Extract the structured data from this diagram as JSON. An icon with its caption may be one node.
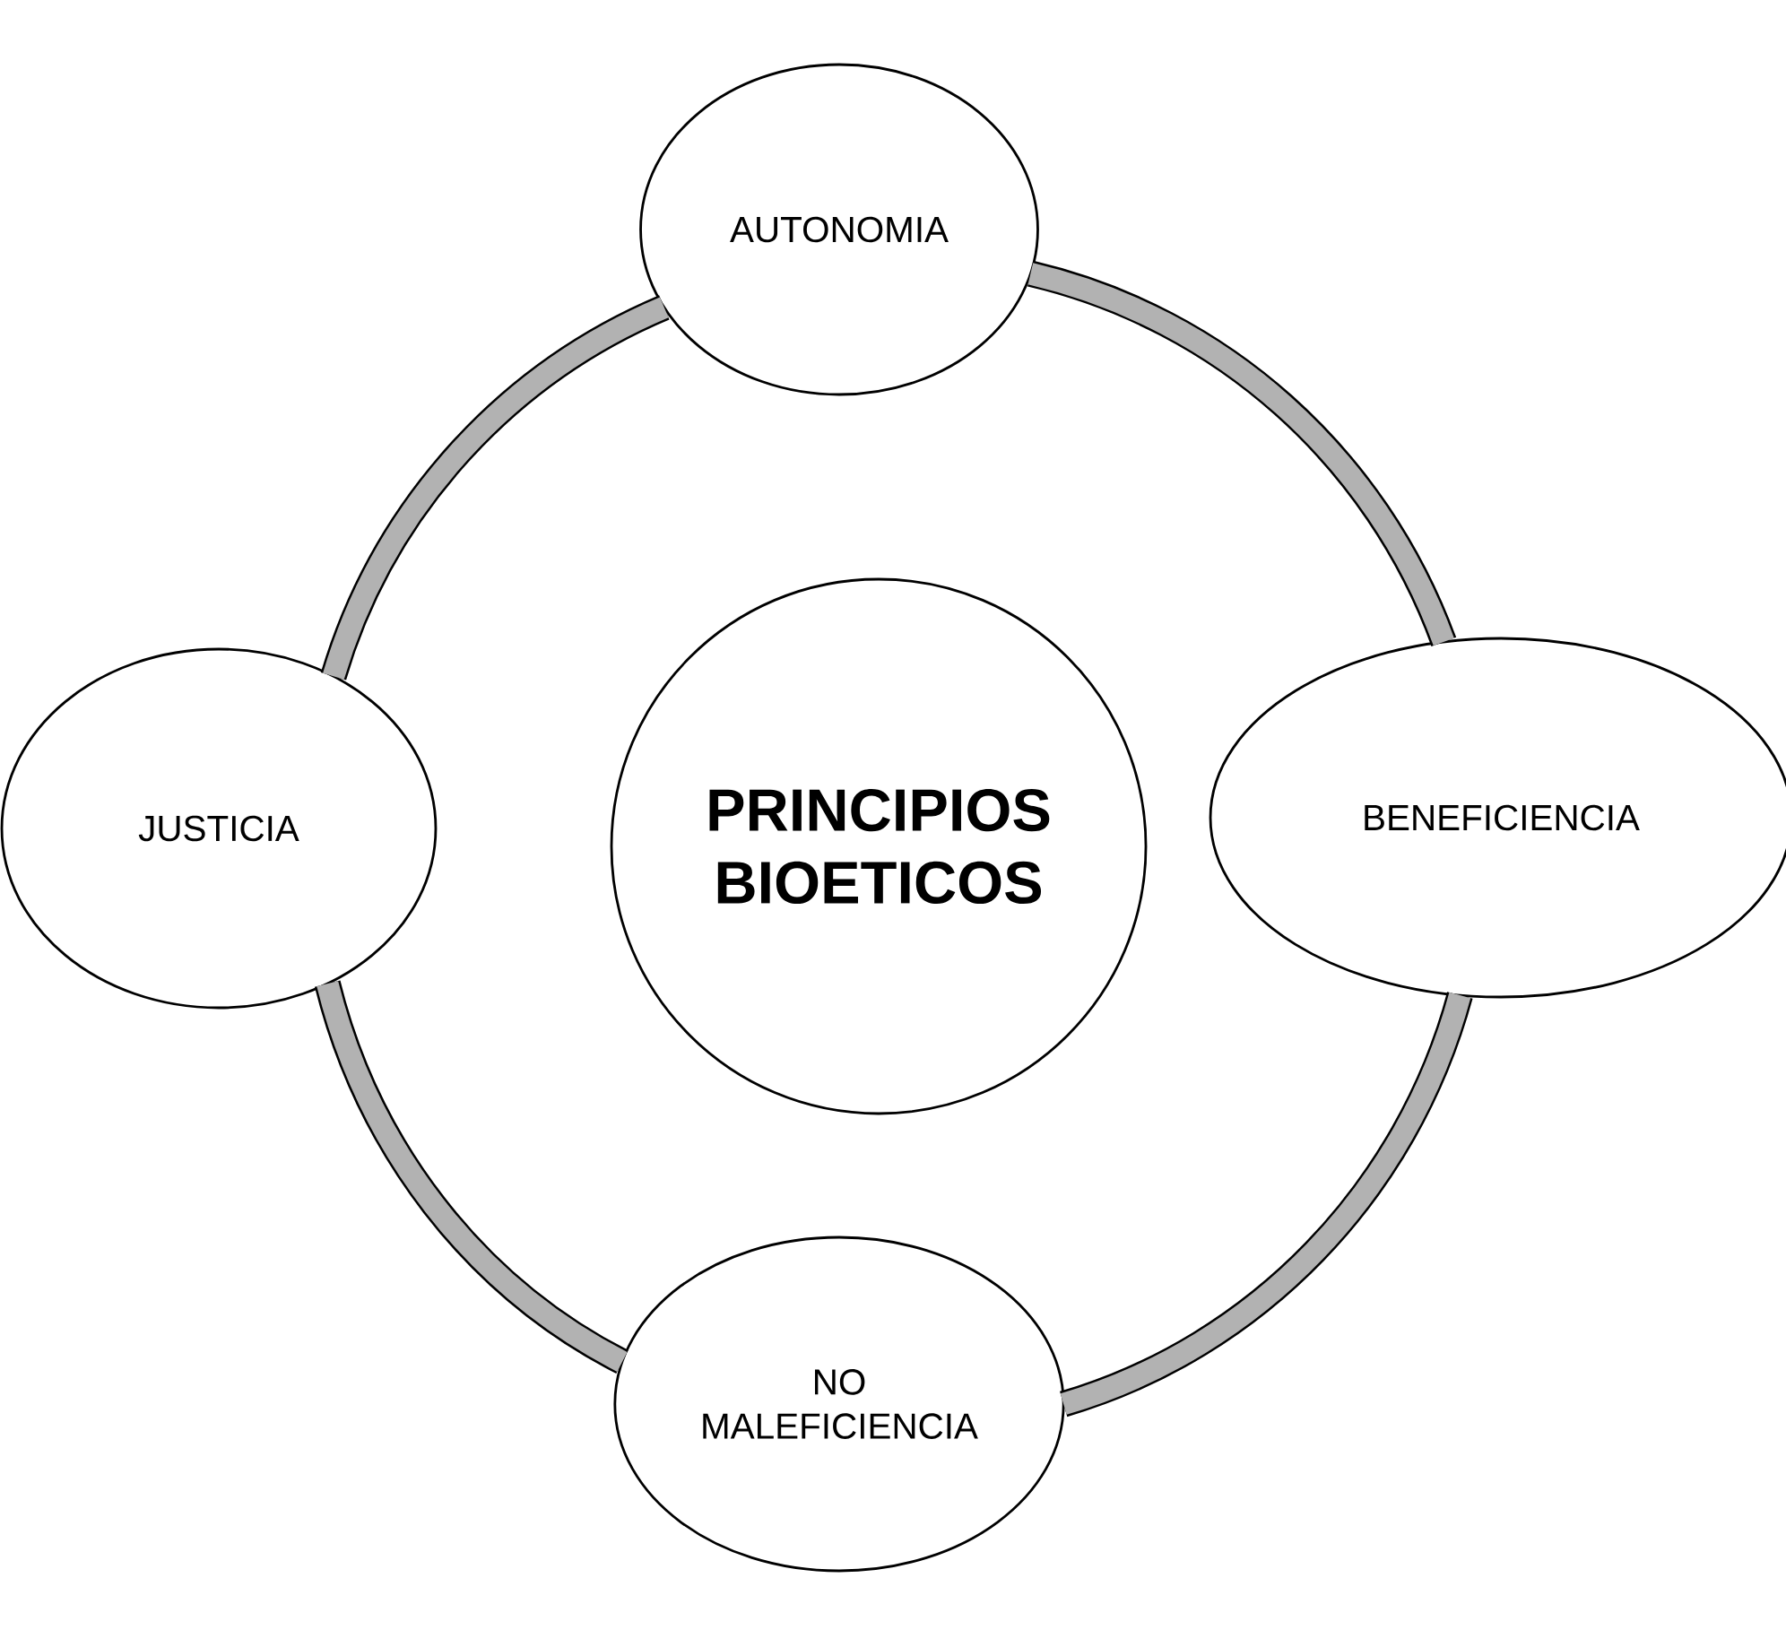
{
  "diagram": {
    "nodes": [
      {
        "text": [
          "AUTONOMIA"
        ]
      },
      {
        "text": [
          "JUSTICIA"
        ]
      },
      {
        "text": [
          "PRINCIPIOS BIOETICOS"
        ]
      },
      {
        "text": [
          "BENEFICIENCIA"
        ]
      },
      {
        "text": [
          "NO MALEFICIENCIA"
        ]
      }
    ],
    "edges": [
      {
        "from": 0,
        "to": 3,
        "arrow": "none"
      },
      {
        "from": 3,
        "to": 4,
        "arrow": "none"
      },
      {
        "from": 4,
        "to": 1,
        "arrow": "none"
      },
      {
        "from": 1,
        "to": 0,
        "arrow": "none"
      }
    ]
  }
}
